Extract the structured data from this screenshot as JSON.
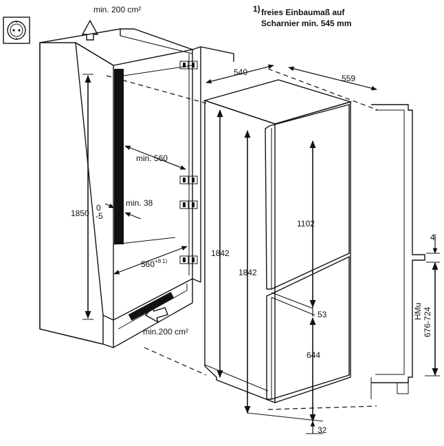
{
  "top_vent_label": "min. 200 cm²",
  "note": {
    "superscript": "1)",
    "line1": "freies Einbaumaß auf",
    "line2": "Scharnier min. 545 mm"
  },
  "niche": {
    "height_label": "1850",
    "height_tol_upper": "0",
    "height_tol_lower": "-5",
    "width_label": "min. 560",
    "gap_label": "min. 38",
    "depth_label": "560",
    "depth_tol": "+8",
    "depth_note_ref": "1)",
    "bottom_vent_label": "min.200 cm²"
  },
  "appliance": {
    "depth_label": "540",
    "width_label": "559",
    "height_label": "1842",
    "height_label_front": "1842",
    "upper_door_label": "1102",
    "door_gap_label": "53",
    "lower_door_label": "644",
    "bottom_offset_label": "32"
  },
  "side_panel": {
    "gap_label": "4",
    "hmu_label": "HMu",
    "hmu_range": "676-724"
  }
}
